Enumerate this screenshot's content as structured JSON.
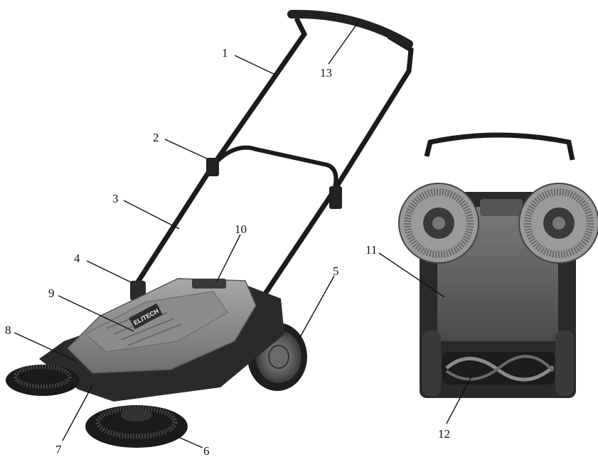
{
  "figure": {
    "brand_logo_text": "ELITECH",
    "callouts": [
      {
        "id": "1",
        "label": "1"
      },
      {
        "id": "2",
        "label": "2"
      },
      {
        "id": "3",
        "label": "3"
      },
      {
        "id": "4",
        "label": "4"
      },
      {
        "id": "5",
        "label": "5"
      },
      {
        "id": "6",
        "label": "6"
      },
      {
        "id": "7",
        "label": "7"
      },
      {
        "id": "8",
        "label": "8"
      },
      {
        "id": "9",
        "label": "9"
      },
      {
        "id": "10",
        "label": "10"
      },
      {
        "id": "11",
        "label": "11"
      },
      {
        "id": "12",
        "label": "12"
      },
      {
        "id": "13",
        "label": "13"
      }
    ]
  }
}
